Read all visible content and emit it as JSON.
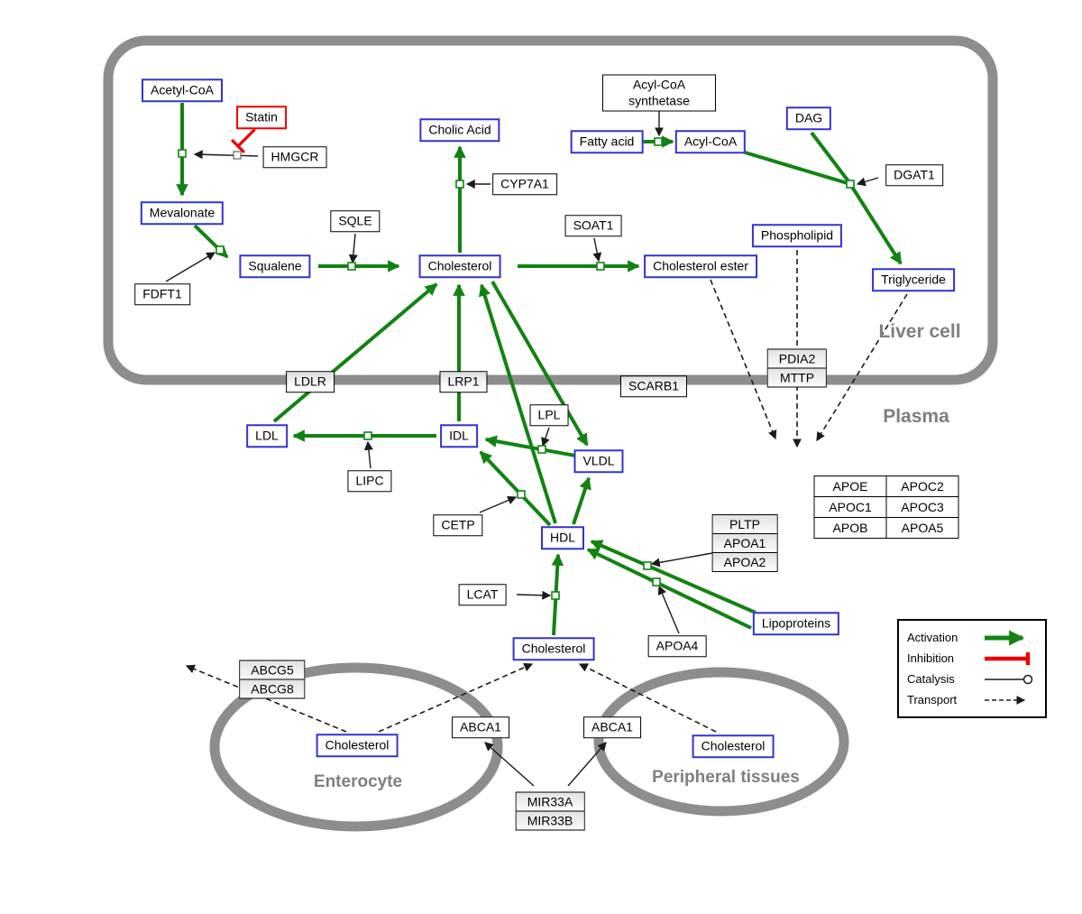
{
  "compartments": {
    "liver": {
      "label": "Liver cell"
    },
    "plasma": {
      "label": "Plasma"
    },
    "enterocyte": {
      "label": "Enterocyte"
    },
    "peripheral": {
      "label": "Peripheral tissues"
    }
  },
  "nodes": {
    "acetyl_coa": {
      "label": "Acetyl-CoA"
    },
    "statin": {
      "label": "Statin"
    },
    "hmgcr": {
      "label": "HMGCR"
    },
    "mevalonate": {
      "label": "Mevalonate"
    },
    "fdft1": {
      "label": "FDFT1"
    },
    "squalene": {
      "label": "Squalene"
    },
    "sqle": {
      "label": "SQLE"
    },
    "cholic_acid": {
      "label": "Cholic Acid"
    },
    "cyp7a1": {
      "label": "CYP7A1"
    },
    "cholesterol_liver": {
      "label": "Cholesterol"
    },
    "soat1": {
      "label": "SOAT1"
    },
    "cholesterol_ester": {
      "label": "Cholesterol ester"
    },
    "acyl_coa_synthetase": {
      "label": "Acyl-CoA synthetase"
    },
    "fatty_acid": {
      "label": "Fatty acid"
    },
    "acyl_coa": {
      "label": "Acyl-CoA"
    },
    "dag": {
      "label": "DAG"
    },
    "dgat1": {
      "label": "DGAT1"
    },
    "phospholipid": {
      "label": "Phospholipid"
    },
    "triglyceride": {
      "label": "Triglyceride"
    },
    "pdia2": {
      "label": "PDIA2"
    },
    "mttp": {
      "label": "MTTP"
    },
    "ldlr": {
      "label": "LDLR"
    },
    "lrp1": {
      "label": "LRP1"
    },
    "scarb1": {
      "label": "SCARB1"
    },
    "ldl": {
      "label": "LDL"
    },
    "idl": {
      "label": "IDL"
    },
    "lipc": {
      "label": "LIPC"
    },
    "lpl": {
      "label": "LPL"
    },
    "vldl": {
      "label": "VLDL"
    },
    "cetp": {
      "label": "CETP"
    },
    "hdl": {
      "label": "HDL"
    },
    "pltp": {
      "label": "PLTP"
    },
    "apoa1": {
      "label": "APOA1"
    },
    "apoa2": {
      "label": "APOA2"
    },
    "lcat": {
      "label": "LCAT"
    },
    "apoa4": {
      "label": "APOA4"
    },
    "lipoproteins": {
      "label": "Lipoproteins"
    },
    "cholesterol_plasma": {
      "label": "Cholesterol"
    },
    "abcg5": {
      "label": "ABCG5"
    },
    "abcg8": {
      "label": "ABCG8"
    },
    "cholesterol_enterocyte": {
      "label": "Cholesterol"
    },
    "abca1_left": {
      "label": "ABCA1"
    },
    "abca1_right": {
      "label": "ABCA1"
    },
    "cholesterol_peripheral": {
      "label": "Cholesterol"
    },
    "mir33a": {
      "label": "MIR33A"
    },
    "mir33b": {
      "label": "MIR33B"
    }
  },
  "apo_table": {
    "rows": [
      [
        "APOE",
        "APOC2"
      ],
      [
        "APOC1",
        "APOC3"
      ],
      [
        "APOB",
        "APOA5"
      ]
    ]
  },
  "legend": {
    "items": [
      {
        "label": "Activation"
      },
      {
        "label": "Inhibition"
      },
      {
        "label": "Catalysis"
      },
      {
        "label": "Transport"
      }
    ]
  },
  "colors": {
    "activation": "#128312",
    "inhibition": "#ee0000",
    "metabolite_border": "#3333cc",
    "compartment": "#8d8d8d"
  }
}
